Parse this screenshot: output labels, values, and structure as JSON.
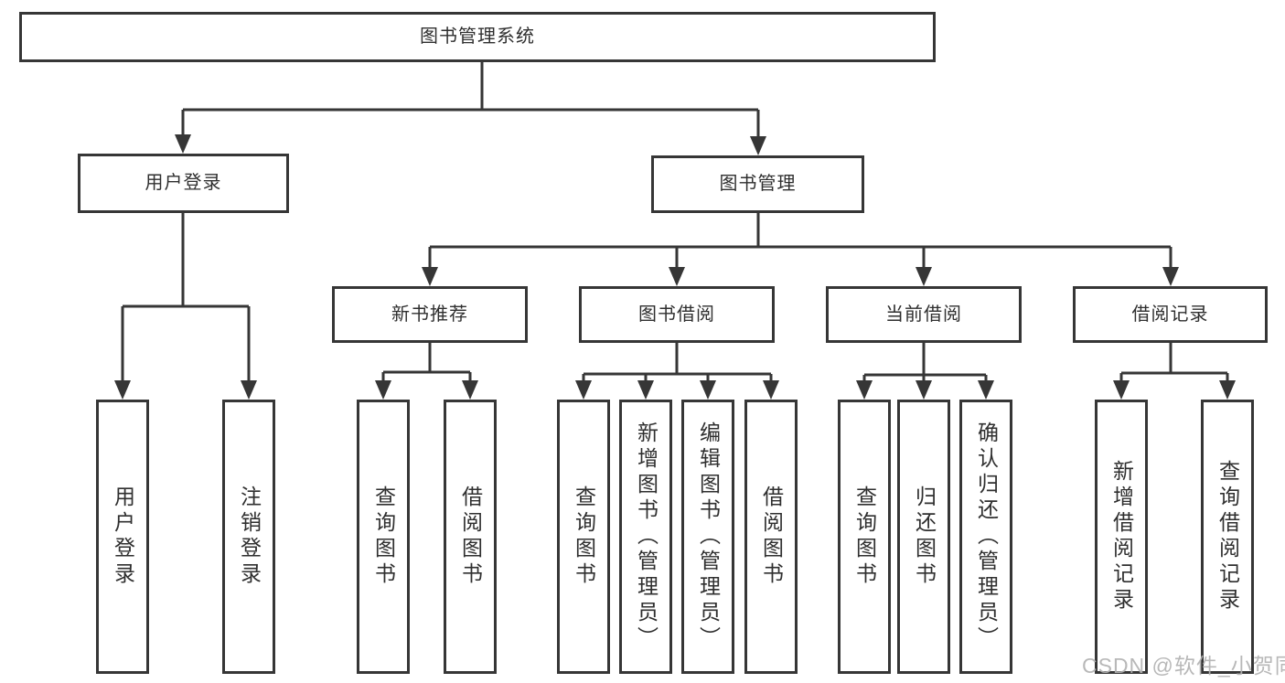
{
  "diagram": {
    "title": "图书管理系统",
    "nodes": {
      "root": {
        "label": "图书管理系统"
      },
      "user_login": {
        "label": "用户登录"
      },
      "book_mgmt": {
        "label": "图书管理"
      },
      "new_book_rec": {
        "label": "新书推荐"
      },
      "book_borrow": {
        "label": "图书借阅"
      },
      "current_borrow": {
        "label": "当前借阅"
      },
      "borrow_record": {
        "label": "借阅记录"
      },
      "leaf_user_login": {
        "label": "用户登录"
      },
      "leaf_logout": {
        "label": "注销登录"
      },
      "leaf_query_book_rec": {
        "label": "查询图书"
      },
      "leaf_borrow_book_rec": {
        "label": "借阅图书"
      },
      "leaf_query_book_borrow": {
        "label": "查询图书"
      },
      "leaf_add_book": {
        "label": "新增图书（管理员）"
      },
      "leaf_edit_book": {
        "label": "编辑图书（管理员）"
      },
      "leaf_borrow_book_borrow": {
        "label": "借阅图书"
      },
      "leaf_query_book_current": {
        "label": "查询图书"
      },
      "leaf_return_book": {
        "label": "归还图书"
      },
      "leaf_confirm_return": {
        "label": "确认归还（管理员）"
      },
      "leaf_add_borrow_record": {
        "label": "新增借阅记录"
      },
      "leaf_query_borrow_record": {
        "label": "查询借阅记录"
      }
    },
    "edges": [
      {
        "from": "root",
        "to": [
          "user_login",
          "book_mgmt"
        ]
      },
      {
        "from": "user_login",
        "to": [
          "leaf_user_login",
          "leaf_logout"
        ]
      },
      {
        "from": "book_mgmt",
        "to": [
          "new_book_rec",
          "book_borrow",
          "current_borrow",
          "borrow_record"
        ]
      },
      {
        "from": "new_book_rec",
        "to": [
          "leaf_query_book_rec",
          "leaf_borrow_book_rec"
        ]
      },
      {
        "from": "book_borrow",
        "to": [
          "leaf_query_book_borrow",
          "leaf_add_book",
          "leaf_edit_book",
          "leaf_borrow_book_borrow"
        ]
      },
      {
        "from": "current_borrow",
        "to": [
          "leaf_query_book_current",
          "leaf_return_book",
          "leaf_confirm_return"
        ]
      },
      {
        "from": "borrow_record",
        "to": [
          "leaf_add_borrow_record",
          "leaf_query_borrow_record"
        ]
      }
    ]
  },
  "watermark": {
    "text": "CSDN @软件_小贺同学"
  },
  "colors": {
    "line": "#363636",
    "box_border": "#363636",
    "box_background": "#ffffff",
    "text": "#2f2f2f",
    "watermark": "#b3b3b3",
    "page_background": "#ffffff"
  }
}
